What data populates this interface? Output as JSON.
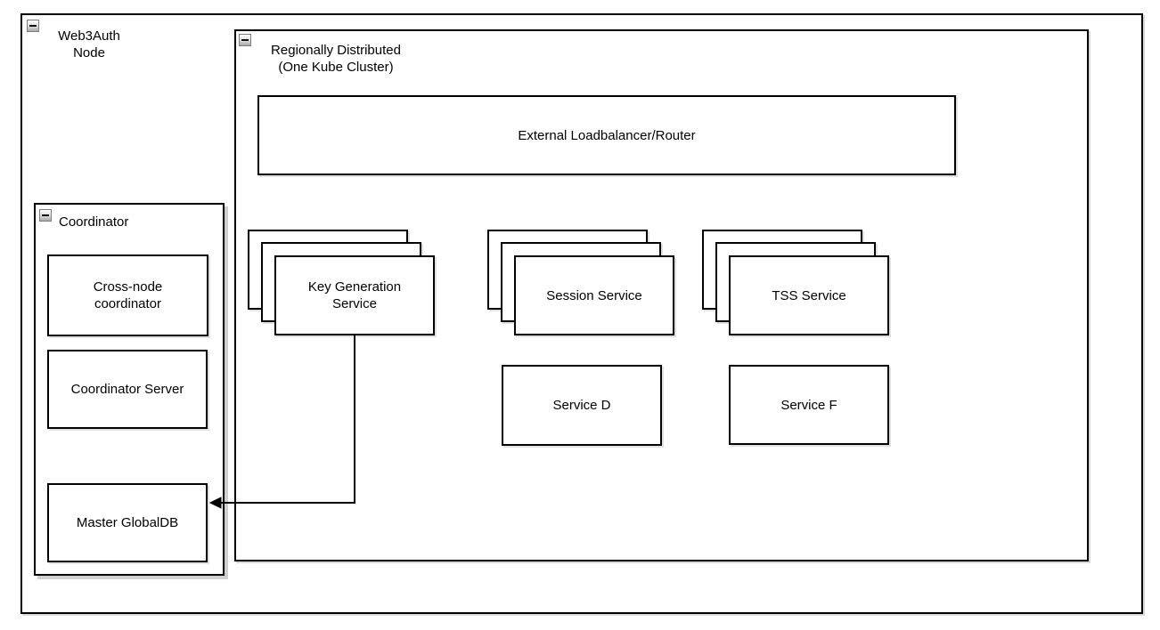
{
  "groups": {
    "web3auth_node": {
      "label": "Web3Auth\nNode"
    },
    "regionally_distributed": {
      "label": "Regionally Distributed\n(One Kube Cluster)"
    },
    "coordinator": {
      "label": "Coordinator"
    }
  },
  "nodes": {
    "external_loadbalancer": {
      "label": "External Loadbalancer/Router"
    },
    "key_generation_service": {
      "label": "Key Generation\nService",
      "replicas_shown": 3
    },
    "session_service": {
      "label": "Session Service",
      "replicas_shown": 3
    },
    "tss_service": {
      "label": "TSS Service",
      "replicas_shown": 3
    },
    "service_d": {
      "label": "Service D"
    },
    "service_f": {
      "label": "Service F"
    },
    "cross_node_coordinator": {
      "label": "Cross-node\ncoordinator"
    },
    "coordinator_server": {
      "label": "Coordinator Server"
    },
    "master_globaldb": {
      "label": "Master GlobalDB"
    }
  },
  "edges": [
    {
      "from": "key_generation_service",
      "to": "master_globaldb",
      "style": "orthogonal-arrow"
    }
  ],
  "icons": {
    "collapse": "minus-icon"
  },
  "colors": {
    "border": "#000000",
    "background": "#ffffff",
    "shadow": "#cfcfcf",
    "collapse_icon_border": "#7d7d7d"
  }
}
